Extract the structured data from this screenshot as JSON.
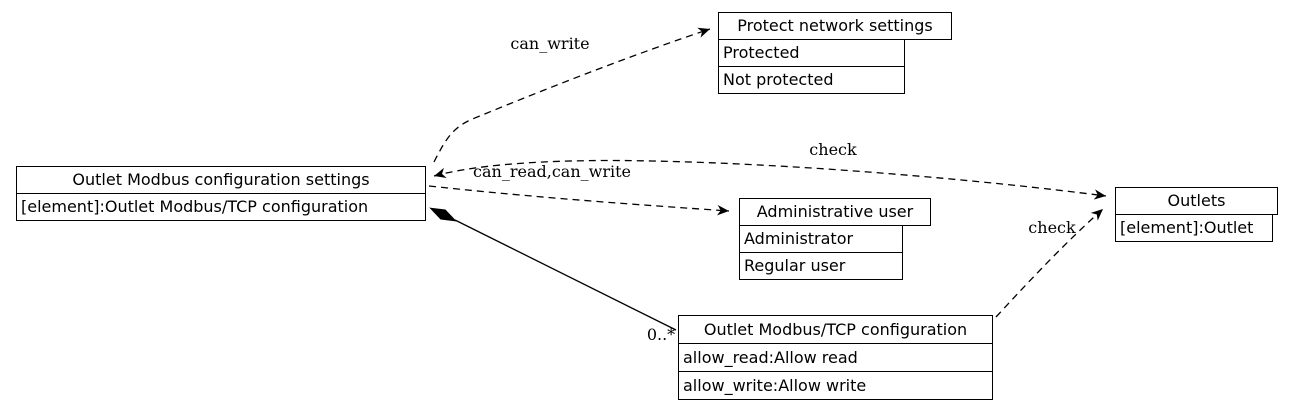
{
  "diagram": {
    "colors": {
      "stroke": "#000000",
      "background": "#ffffff",
      "text": "#000000"
    },
    "nodes": {
      "settings": {
        "title": "Outlet Modbus configuration settings",
        "rows": [
          "[element]:Outlet Modbus/TCP configuration"
        ]
      },
      "protect": {
        "title": "Protect network settings",
        "rows": [
          "Protected",
          "Not protected"
        ]
      },
      "admin": {
        "title": "Administrative user",
        "rows": [
          "Administrator",
          "Regular user"
        ]
      },
      "config": {
        "title": "Outlet Modbus/TCP configuration",
        "rows": [
          "allow_read:Allow read",
          "allow_write:Allow write"
        ]
      },
      "outlets": {
        "title": "Outlets",
        "rows": [
          "[element]:Outlet"
        ]
      }
    },
    "edges": {
      "can_write": {
        "label": "can_write",
        "from": "Outlet Modbus configuration settings",
        "to": "Protect network settings",
        "style": "dashed-arrow"
      },
      "can_read_can_write": {
        "label": "can_read,can_write",
        "from": "Outlet Modbus configuration settings",
        "to": "Administrative user",
        "style": "dashed-arrow"
      },
      "check_settings": {
        "label": "check",
        "from": "Outlet Modbus configuration settings",
        "to": "Outlets",
        "style": "dashed-double-arrow"
      },
      "check_config": {
        "label": "check",
        "from": "Outlet Modbus/TCP configuration",
        "to": "Outlets",
        "style": "dashed-arrow"
      },
      "composition": {
        "multiplicity": "0..*",
        "from": "Outlet Modbus configuration settings",
        "to": "Outlet Modbus/TCP configuration",
        "style": "solid-filled-diamond"
      }
    }
  }
}
